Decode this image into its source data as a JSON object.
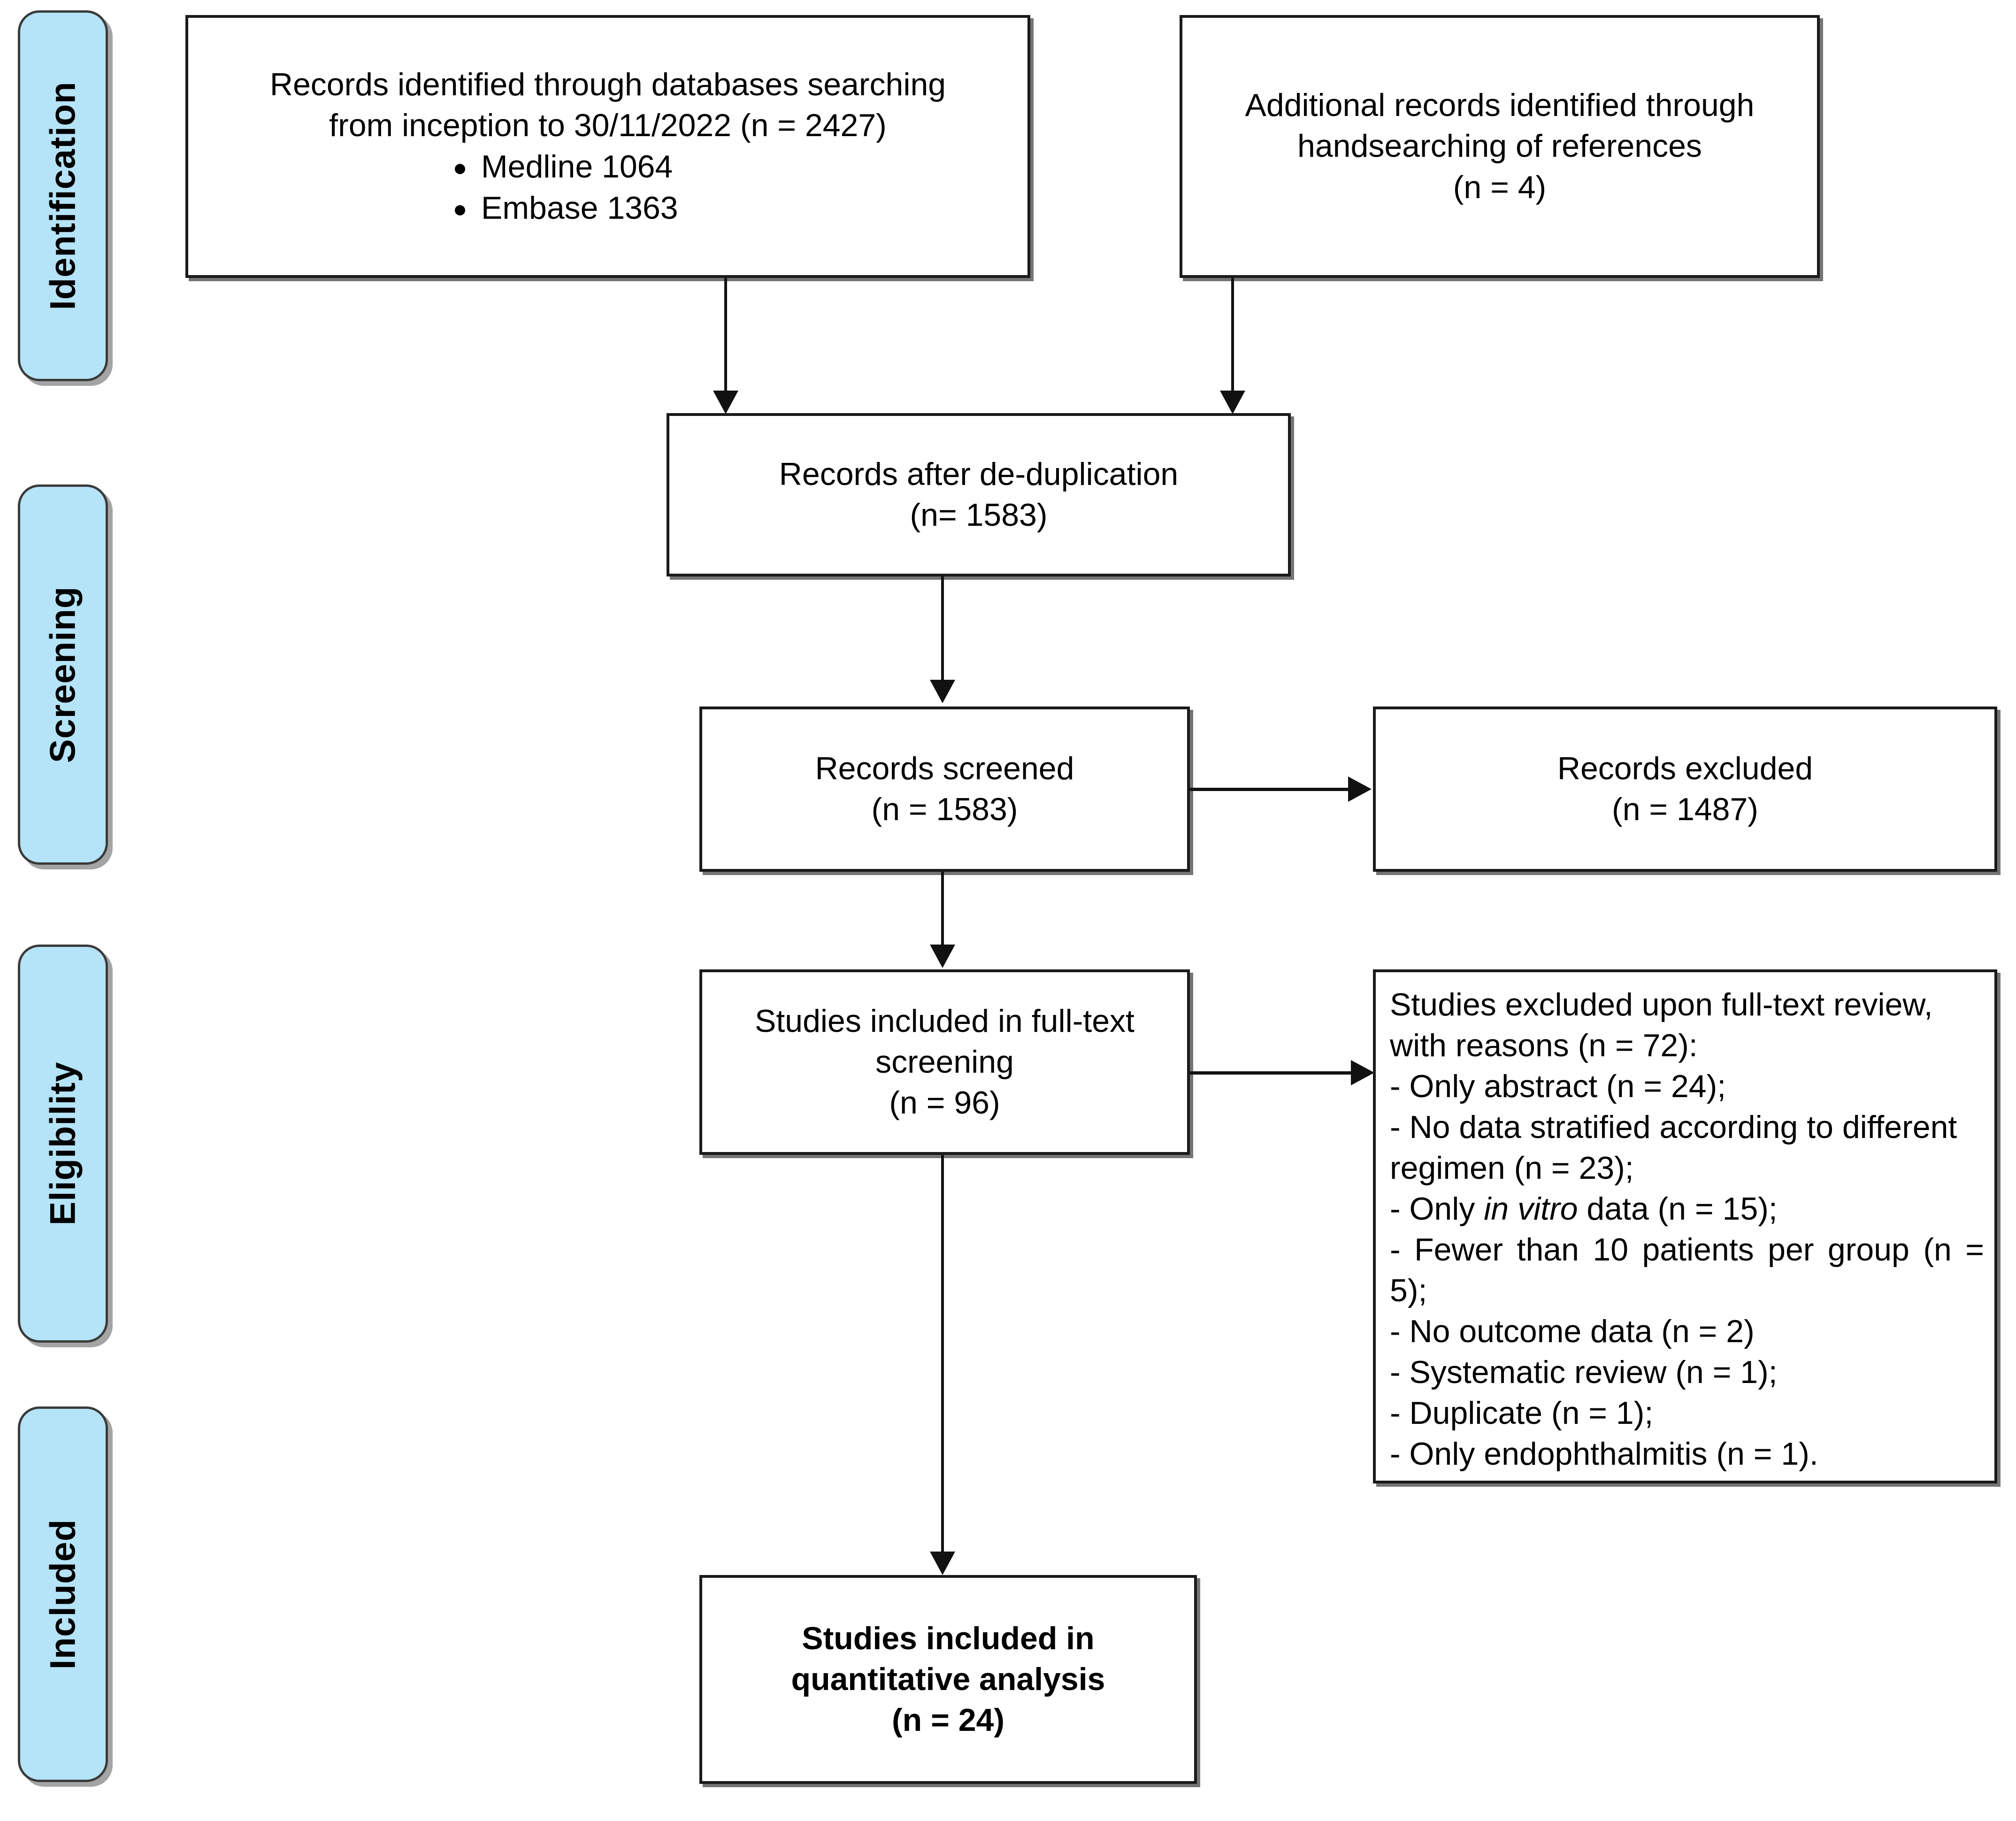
{
  "diagram": {
    "title": "PRISMA flow diagram",
    "accent_color": "#B5E3F7",
    "line_color": "#111111",
    "box_border_color": "#1a1a1a"
  },
  "stages": [
    {
      "id": "identification",
      "label": "Identification"
    },
    {
      "id": "screening",
      "label": "Screening"
    },
    {
      "id": "eligibility",
      "label": "Eligibility"
    },
    {
      "id": "included",
      "label": "Included"
    }
  ],
  "boxes": {
    "databases": {
      "line1": "Records identified through databases searching",
      "line2": "from inception to 30/11/2022 (n = 2427)",
      "bullets": [
        "Medline 1064",
        "Embase 1363"
      ]
    },
    "handsearch": {
      "line1": "Additional records identified through",
      "line2": "handsearching of references",
      "line3": "(n = 4)"
    },
    "dedup": {
      "line1": "Records after de-duplication",
      "line2": "(n= 1583)"
    },
    "screened": {
      "line1": "Records screened",
      "line2": "(n = 1583)"
    },
    "records_excluded": {
      "line1": "Records excluded",
      "line2": "(n = 1487)"
    },
    "fulltext": {
      "line1": "Studies included in full-text",
      "line2": "screening",
      "line3": "(n = 96)"
    },
    "excluded_reasons": {
      "heading": "Studies excluded upon full-text review, with reasons (n = 72):",
      "reasons": [
        "- Only abstract (n = 24);",
        "- No data stratified according to different regimen (n = 23);",
        "- Only in vitro data (n = 15);",
        "-   Fewer than 10 patients per group (n = 5);",
        "- No outcome data (n = 2)",
        "- Systematic review (n = 1);",
        "- Duplicate (n = 1);",
        "- Only endophthalmitis (n = 1)."
      ],
      "reason_parts": {
        "in_vitro_prefix": "- Only ",
        "in_vitro_italic": "in vitro",
        "in_vitro_suffix": " data (n = 15);"
      }
    },
    "included": {
      "line1": "Studies included in",
      "line2": "quantitative analysis",
      "line3": "(n = 24)"
    }
  },
  "flow_data": {
    "type": "prisma-flow",
    "records_identified_databases": 2427,
    "medline": 1064,
    "embase": 1363,
    "additional_handsearch": 4,
    "after_deduplication": 1583,
    "records_screened": 1583,
    "records_excluded": 1487,
    "fulltext_screened": 96,
    "fulltext_excluded": 72,
    "excluded_breakdown": {
      "only_abstract": 24,
      "no_data_stratified_by_regimen": 23,
      "only_in_vitro": 15,
      "fewer_than_10_patients_per_group": 5,
      "no_outcome_data": 2,
      "systematic_review": 1,
      "duplicate": 1,
      "only_endophthalmitis": 1
    },
    "included_quantitative": 24
  }
}
